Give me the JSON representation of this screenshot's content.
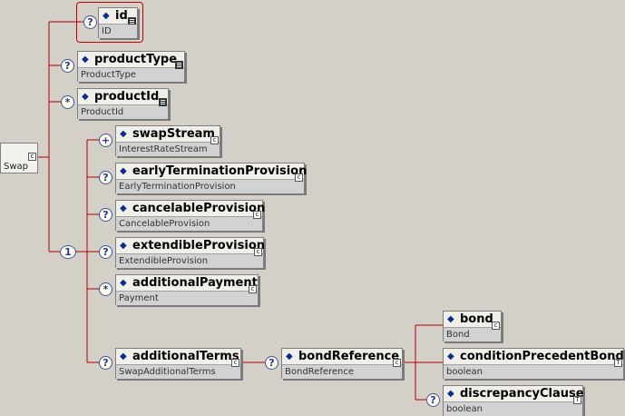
{
  "root": {
    "label": "Swap",
    "marker": "c"
  },
  "children": [
    {
      "name": "id",
      "type": "ID",
      "badge": "?",
      "marker": "="
    },
    {
      "name": "productType",
      "type": "ProductType",
      "badge": "?",
      "marker": "≡"
    },
    {
      "name": "productId",
      "type": "ProductId",
      "badge": "*",
      "marker": "≡"
    }
  ],
  "choice": {
    "label": "1"
  },
  "choice_items": [
    {
      "name": "swapStream",
      "type": "InterestRateStream",
      "badge": "+",
      "marker": "c"
    },
    {
      "name": "earlyTerminationProvision",
      "type": "EarlyTerminationProvision",
      "badge": "?",
      "marker": "c"
    },
    {
      "name": "cancelableProvision",
      "type": "CancelableProvision",
      "badge": "?",
      "marker": "c"
    },
    {
      "name": "extendibleProvision",
      "type": "ExtendibleProvision",
      "badge": "?",
      "marker": "c"
    },
    {
      "name": "additionalPayment",
      "type": "Payment",
      "badge": "*",
      "marker": "c"
    },
    {
      "name": "additionalTerms",
      "type": "SwapAdditionalTerms",
      "badge": "?",
      "marker": "c"
    }
  ],
  "bond_reference": {
    "name": "bondReference",
    "type": "BondReference",
    "badge": "?",
    "marker": "c"
  },
  "bond_children": [
    {
      "name": "bond",
      "type": "Bond",
      "badge": "",
      "marker": "c"
    },
    {
      "name": "conditionPrecedentBond",
      "type": "boolean",
      "badge": "",
      "marker": "T"
    },
    {
      "name": "discrepancyClause",
      "type": "boolean",
      "badge": "?",
      "marker": "T"
    }
  ],
  "colors": {
    "background": "#d4d0c8",
    "connector": "#b00000",
    "badge_border": "#3a54a8"
  },
  "icons": {
    "element_marker": "diamond-icon",
    "optional_badge": "question-badge-icon",
    "unbounded_badge": "asterisk-badge-icon",
    "one_or_more_badge": "plus-badge-icon"
  }
}
